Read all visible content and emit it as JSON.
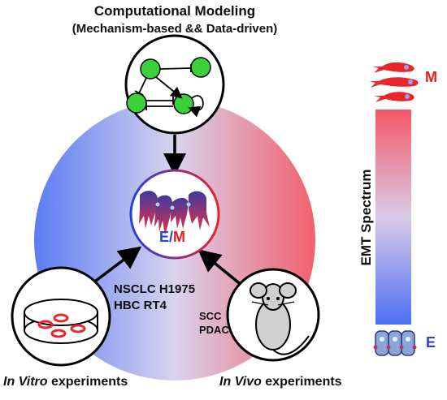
{
  "header": {
    "title": "Computational Modeling",
    "subtitle": "(Mechanism-based && Data-driven)"
  },
  "center": {
    "label_e": "E",
    "label_sep": "/",
    "label_m": "M"
  },
  "in_vitro": {
    "cell_line_1": "NSCLC H1975",
    "cell_line_2": "HBC RT4",
    "caption_italic": "In Vitro",
    "caption_rest": " experiments"
  },
  "in_vivo": {
    "model_1": "SCC",
    "model_2": "PDAC",
    "caption_italic": "In Vivo",
    "caption_rest": " experiments"
  },
  "spectrum": {
    "axis_label": "EMT Spectrum",
    "top_label": "M",
    "bottom_label": "E"
  },
  "colors": {
    "epithelial_blue": "#4f74f0",
    "mesenchymal_red": "#f25866",
    "node_green": "#3ad13a",
    "cell_red": "#e8262b"
  }
}
